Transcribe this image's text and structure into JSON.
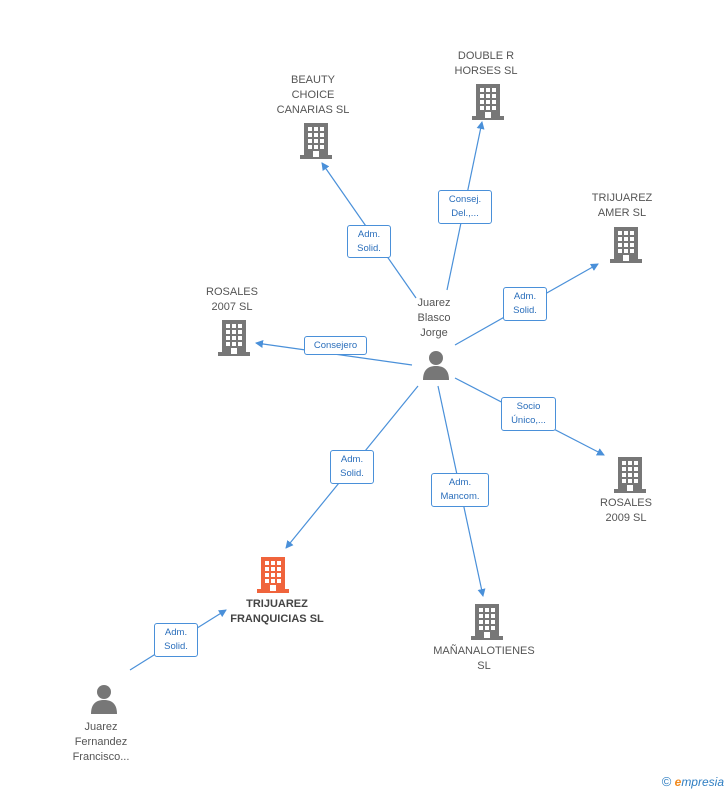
{
  "nodes": {
    "beauty": {
      "label": "BEAUTY\nCHOICE\nCANARIAS SL"
    },
    "double_r": {
      "label": "DOUBLE R\nHORSES  SL"
    },
    "trijuarez_amer": {
      "label": "TRIJUAREZ\nAMER SL"
    },
    "rosales_2007": {
      "label": "ROSALES\n2007 SL"
    },
    "rosales_2009": {
      "label": "ROSALES\n2009  SL"
    },
    "trijuarez_franq": {
      "label": "TRIJUAREZ\nFRANQUICIAS SL"
    },
    "mananalotienes": {
      "label": "MAÑANALOTIENES\nSL"
    },
    "juarez_blasco": {
      "label": "Juarez\nBlasco\nJorge"
    },
    "juarez_fernandez": {
      "label": "Juarez\nFernandez\nFrancisco..."
    }
  },
  "edges": {
    "e_beauty": {
      "label": "Adm.\nSolid."
    },
    "e_double_r": {
      "label": "Consej.\nDel.,..."
    },
    "e_trijuarez_amer": {
      "label": "Adm.\nSolid."
    },
    "e_rosales_2007": {
      "label": "Consejero"
    },
    "e_rosales_2009": {
      "label": "Socio\nÚnico,..."
    },
    "e_franq_blasco": {
      "label": "Adm.\nSolid."
    },
    "e_mananalotienes": {
      "label": "Adm.\nMancom."
    },
    "e_franq_fernandez": {
      "label": "Adm.\nSolid."
    }
  },
  "colors": {
    "company": "#777777",
    "main_company": "#f0643c",
    "person": "#777777",
    "edge": "#4a90d9"
  },
  "brand": {
    "copyright": "©",
    "e": "e",
    "rest": "mpresia"
  }
}
